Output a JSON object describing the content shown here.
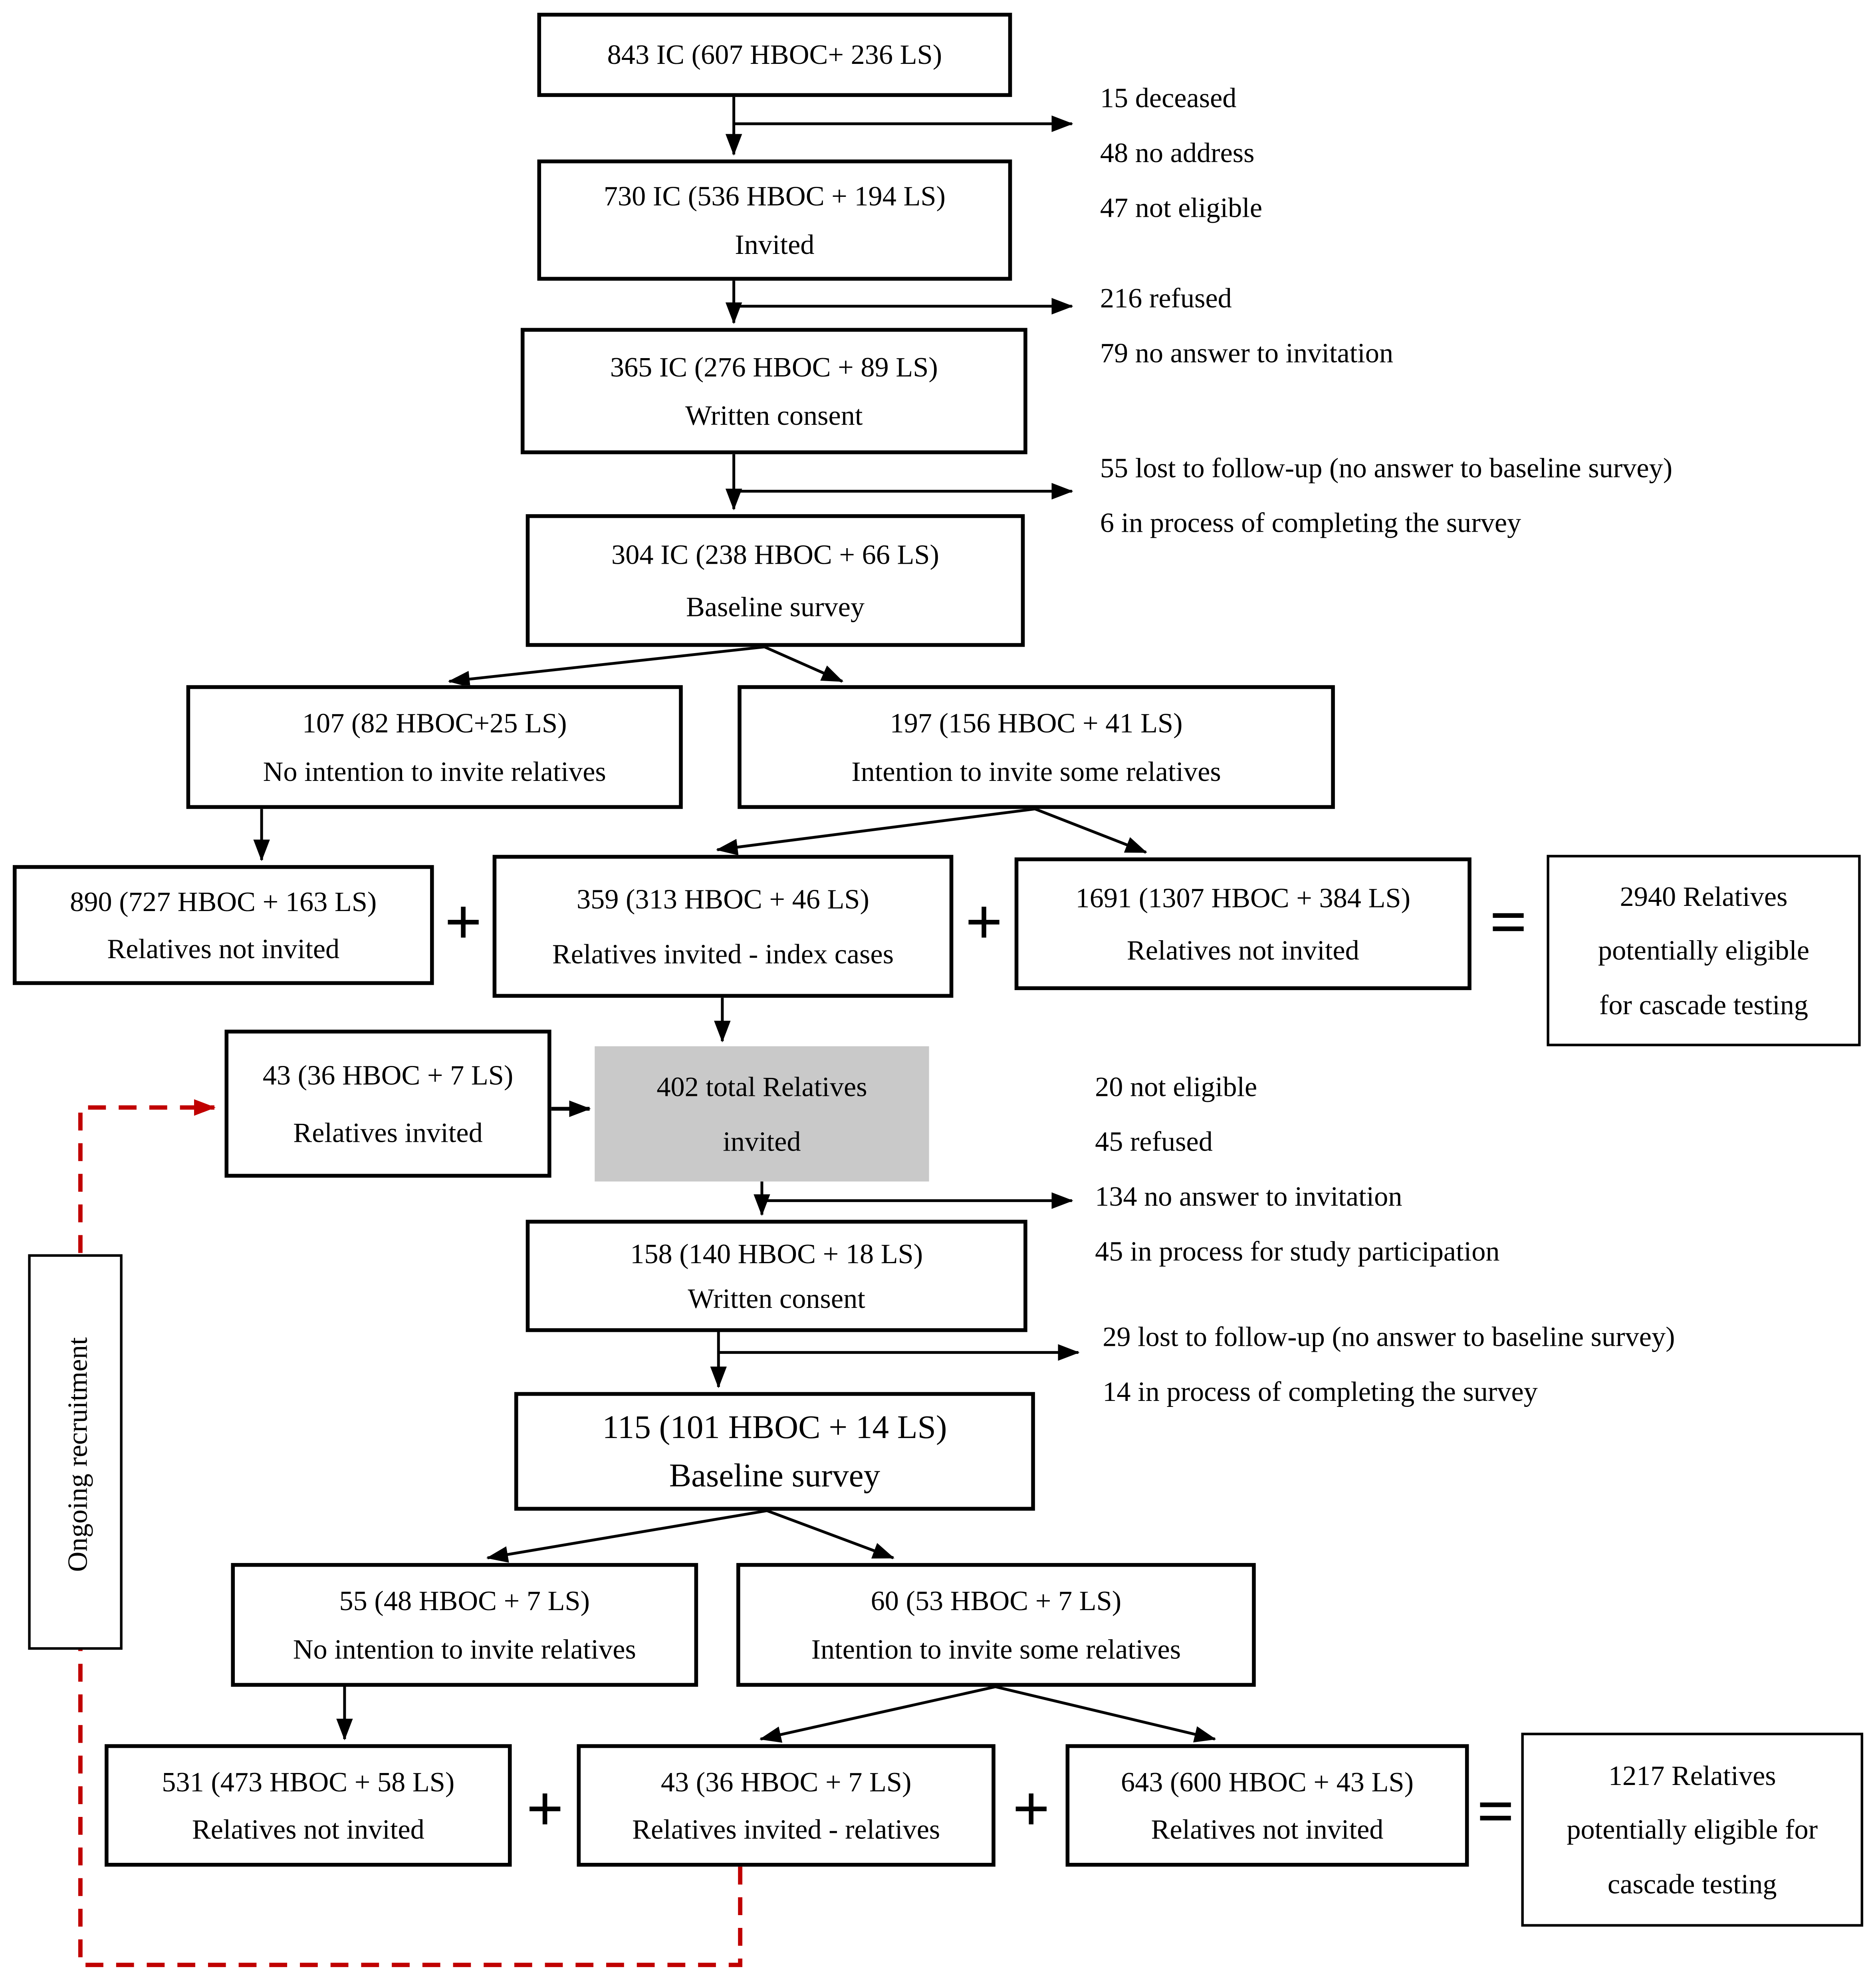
{
  "flow": {
    "ic_total": {
      "l1": "843 IC (607 HBOC+ 236 LS)"
    },
    "ic_invited": {
      "l1": "730 IC (536 HBOC + 194 LS)",
      "l2": "Invited"
    },
    "ic_consent": {
      "l1": "365 IC (276 HBOC + 89 LS)",
      "l2": "Written consent"
    },
    "ic_baseline": {
      "l1": "304 IC (238 HBOC + 66 LS)",
      "l2": "Baseline survey"
    },
    "ic_no_intention": {
      "l1": "107 (82 HBOC+25 LS)",
      "l2": "No intention to invite relatives"
    },
    "ic_intention": {
      "l1": "197 (156 HBOC + 41 LS)",
      "l2": "Intention to invite some relatives"
    },
    "ic_rel_not_invited_a": {
      "l1": "890 (727 HBOC + 163 LS)",
      "l2": "Relatives not invited"
    },
    "ic_rel_invited": {
      "l1": "359 (313 HBOC + 46 LS)",
      "l2": "Relatives invited - index cases"
    },
    "ic_rel_not_invited_b": {
      "l1": "1691 (1307 HBOC + 384 LS)",
      "l2": "Relatives not invited"
    },
    "eligible_total": {
      "l1": "2940 Relatives",
      "l2": "potentially eligible",
      "l3": "for cascade testing"
    },
    "rel_invited_by_rel": {
      "l1": "43 (36 HBOC + 7 LS)",
      "l2": "Relatives invited"
    },
    "rel_total_invited": {
      "l1": "402 total Relatives",
      "l2": "invited"
    },
    "rel_consent": {
      "l1": "158 (140 HBOC + 18 LS)",
      "l2": "Written consent"
    },
    "rel_baseline": {
      "l1": "115 (101 HBOC + 14 LS)",
      "l2": "Baseline survey"
    },
    "rel_no_intention": {
      "l1": "55 (48 HBOC + 7 LS)",
      "l2": "No intention to invite relatives"
    },
    "rel_intention": {
      "l1": "60 (53 HBOC + 7 LS)",
      "l2": "Intention to invite some relatives"
    },
    "rel_not_invited_a": {
      "l1": "531 (473 HBOC + 58 LS)",
      "l2": "Relatives not invited"
    },
    "rel_invited_rel": {
      "l1": "43 (36 HBOC + 7 LS)",
      "l2": "Relatives invited - relatives"
    },
    "rel_not_invited_b": {
      "l1": "643 (600 HBOC + 43 LS)",
      "l2": "Relatives not invited"
    },
    "eligible_total_rel": {
      "l1": "1217 Relatives",
      "l2": "potentially eligible for",
      "l3": "cascade testing"
    }
  },
  "side_notes": {
    "g1": [
      "15 deceased",
      "48 no address",
      "47 not eligible"
    ],
    "g2": [
      "216 refused",
      "79 no answer to invitation"
    ],
    "g3": [
      "55 lost to follow-up (no answer to baseline survey)",
      "6 in process of completing the survey"
    ],
    "g4": [
      "20 not eligible",
      "45 refused",
      "134 no answer to invitation",
      "45 in process for study participation"
    ],
    "g5": [
      "29 lost to follow-up (no answer to baseline survey)",
      "14 in process of completing the survey"
    ]
  },
  "operators": {
    "plus": "+",
    "equals": "="
  },
  "labels": {
    "ongoing": "Ongoing recruitment"
  },
  "colors": {
    "line": "#000000",
    "red_dashed": "#c00000",
    "gray_fill": "#c9c9c9"
  }
}
